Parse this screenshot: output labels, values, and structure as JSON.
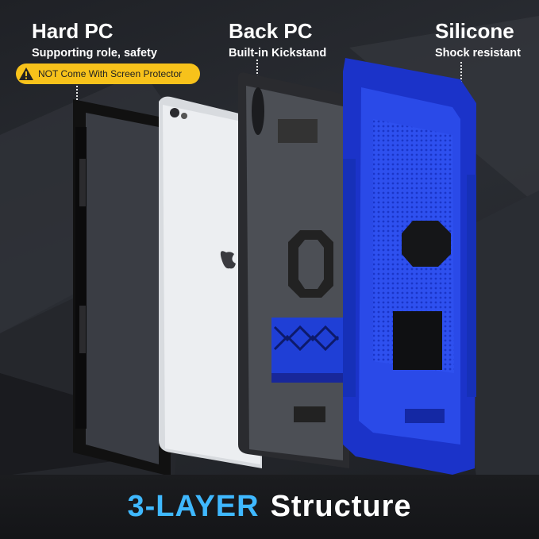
{
  "layers": [
    {
      "title": "Hard PC",
      "subtitle": "Supporting role, safety"
    },
    {
      "title": "Back PC",
      "subtitle": "Built-in Kickstand"
    },
    {
      "title": "Silicone",
      "subtitle": "Shock resistant"
    }
  ],
  "warning": {
    "text": "NOT Come With Screen Protector",
    "icon": "warning-triangle-icon"
  },
  "footer": {
    "accent": "3-LAYER",
    "rest": "Structure"
  },
  "colors": {
    "accent": "#3fb8ff",
    "silicone": "#1f3fd6",
    "warning": "#f7c21b"
  }
}
